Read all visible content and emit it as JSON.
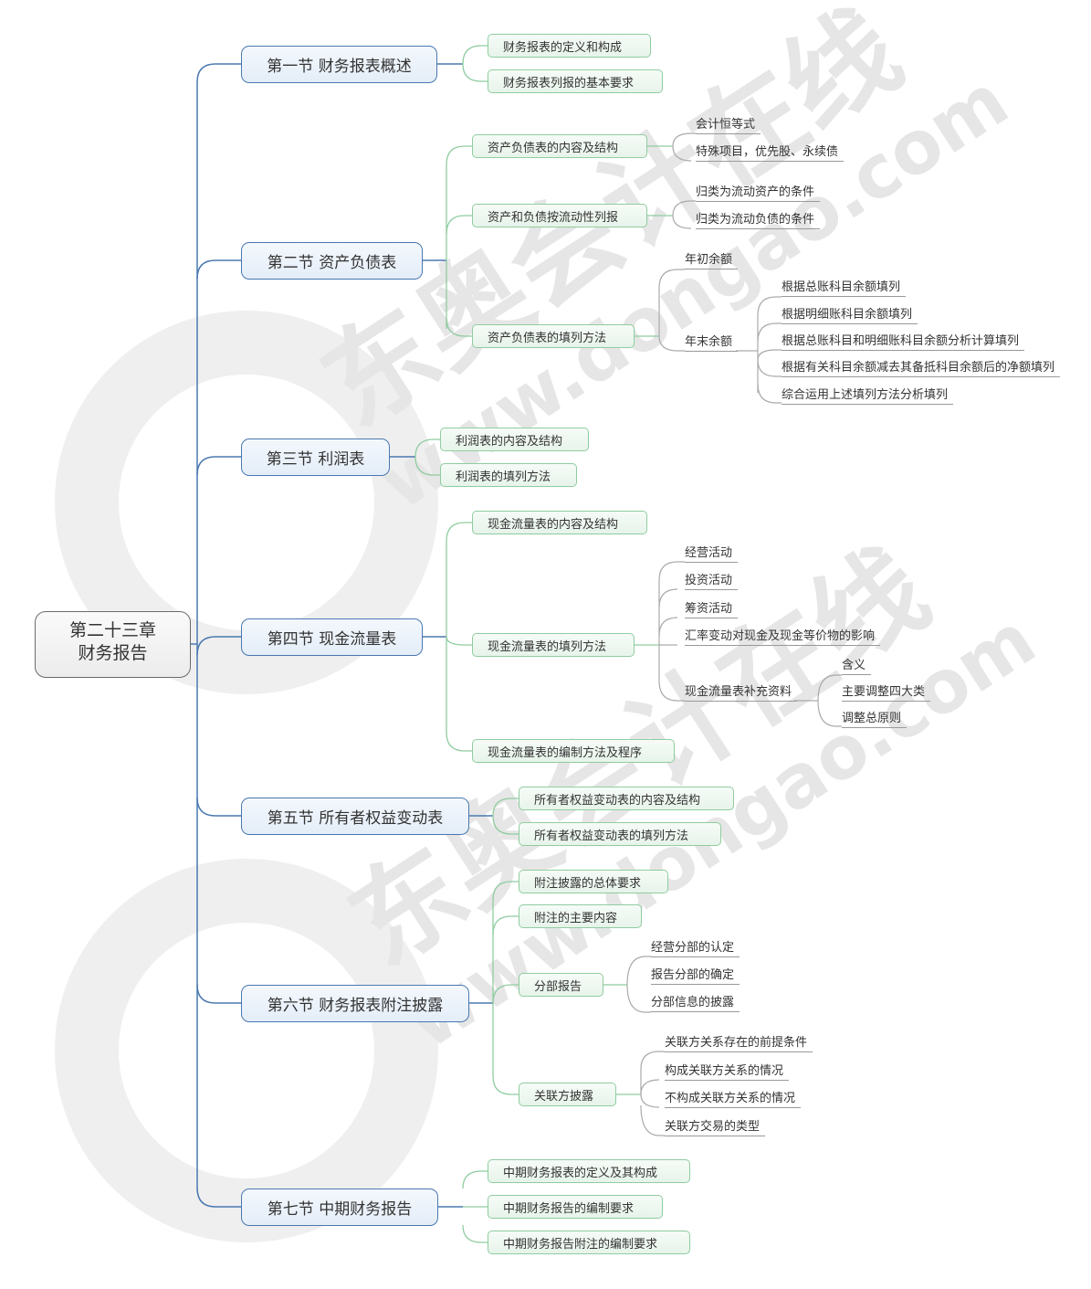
{
  "root": {
    "line1": "第二十三章",
    "line2": "财务报告"
  },
  "sections": [
    {
      "label": "第一节 财务报表概述",
      "children": [
        {
          "label": "财务报表的定义和构成"
        },
        {
          "label": "财务报表列报的基本要求"
        }
      ]
    },
    {
      "label": "第二节 资产负债表",
      "children": [
        {
          "label": "资产负债表的内容及结构",
          "children": [
            {
              "label": "会计恒等式"
            },
            {
              "label": "特殊项目，优先股、永续债"
            }
          ]
        },
        {
          "label": "资产和负债按流动性列报",
          "children": [
            {
              "label": "归类为流动资产的条件"
            },
            {
              "label": "归类为流动负债的条件"
            }
          ]
        },
        {
          "label": "资产负债表的填列方法",
          "children": [
            {
              "label": "年初余额"
            },
            {
              "label": "年末余额",
              "children": [
                {
                  "label": "根据总账科目余额填列"
                },
                {
                  "label": "根据明细账科目余额填列"
                },
                {
                  "label": "根据总账科目和明细账科目余额分析计算填列"
                },
                {
                  "label": "根据有关科目余额减去其备抵科目余额后的净额填列"
                },
                {
                  "label": "综合运用上述填列方法分析填列"
                }
              ]
            }
          ]
        }
      ]
    },
    {
      "label": "第三节 利润表",
      "children": [
        {
          "label": "利润表的内容及结构"
        },
        {
          "label": "利润表的填列方法"
        }
      ]
    },
    {
      "label": "第四节 现金流量表",
      "children": [
        {
          "label": "现金流量表的内容及结构"
        },
        {
          "label": "现金流量表的填列方法",
          "children": [
            {
              "label": "经营活动"
            },
            {
              "label": "投资活动"
            },
            {
              "label": "筹资活动"
            },
            {
              "label": "汇率变动对现金及现金等价物的影响"
            },
            {
              "label": "现金流量表补充资料",
              "children": [
                {
                  "label": "含义"
                },
                {
                  "label": "主要调整四大类"
                },
                {
                  "label": "调整总原则"
                }
              ]
            }
          ]
        },
        {
          "label": "现金流量表的编制方法及程序"
        }
      ]
    },
    {
      "label": "第五节 所有者权益变动表",
      "children": [
        {
          "label": "所有者权益变动表的内容及结构"
        },
        {
          "label": "所有者权益变动表的填列方法"
        }
      ]
    },
    {
      "label": "第六节 财务报表附注披露",
      "children": [
        {
          "label": "附注披露的总体要求"
        },
        {
          "label": "附注的主要内容"
        },
        {
          "label": "分部报告",
          "children": [
            {
              "label": "经营分部的认定"
            },
            {
              "label": "报告分部的确定"
            },
            {
              "label": "分部信息的披露"
            }
          ]
        },
        {
          "label": "关联方披露",
          "children": [
            {
              "label": "关联方关系存在的前提条件"
            },
            {
              "label": "构成关联方关系的情况"
            },
            {
              "label": "不构成关联方关系的情况"
            },
            {
              "label": "关联方交易的类型"
            }
          ]
        }
      ]
    },
    {
      "label": "第七节 中期财务报告",
      "children": [
        {
          "label": "中期财务报表的定义及其构成"
        },
        {
          "label": "中期财务报告的编制要求"
        },
        {
          "label": "中期财务报告附注的编制要求"
        }
      ]
    }
  ],
  "watermark": {
    "brand": "东奥会计在线",
    "url": "www.dongao.com"
  },
  "colors": {
    "section_border": "#4a78b0",
    "subtopic_border": "#8fcca0",
    "leaf_line": "#999999",
    "root_border": "#6b6b6b"
  }
}
